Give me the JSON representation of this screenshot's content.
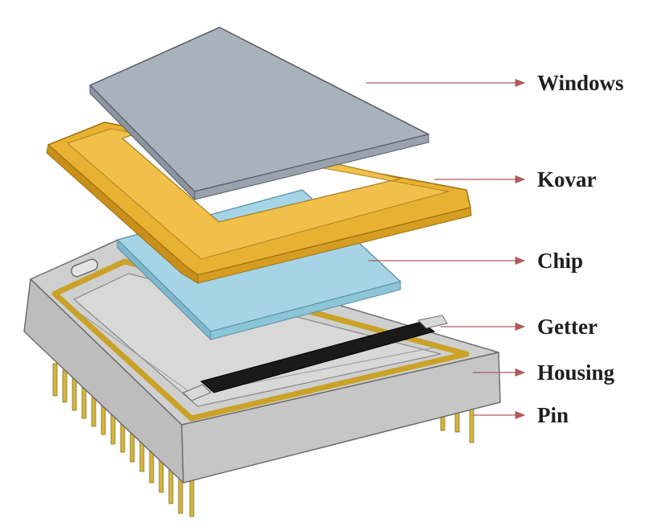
{
  "labels": {
    "windows": "Windows",
    "kovar": "Kovar",
    "chip": "Chip",
    "getter": "Getter",
    "housing": "Housing",
    "pin": "Pin"
  },
  "colors": {
    "window": "#a9b1bd",
    "kovar": "#e6ad2e",
    "chip": "#9fd1e4",
    "housing": "#c9c9c9",
    "gold_trace": "#c9a227",
    "getter": "#1a1a1a",
    "arrow": "#b05a5a"
  }
}
